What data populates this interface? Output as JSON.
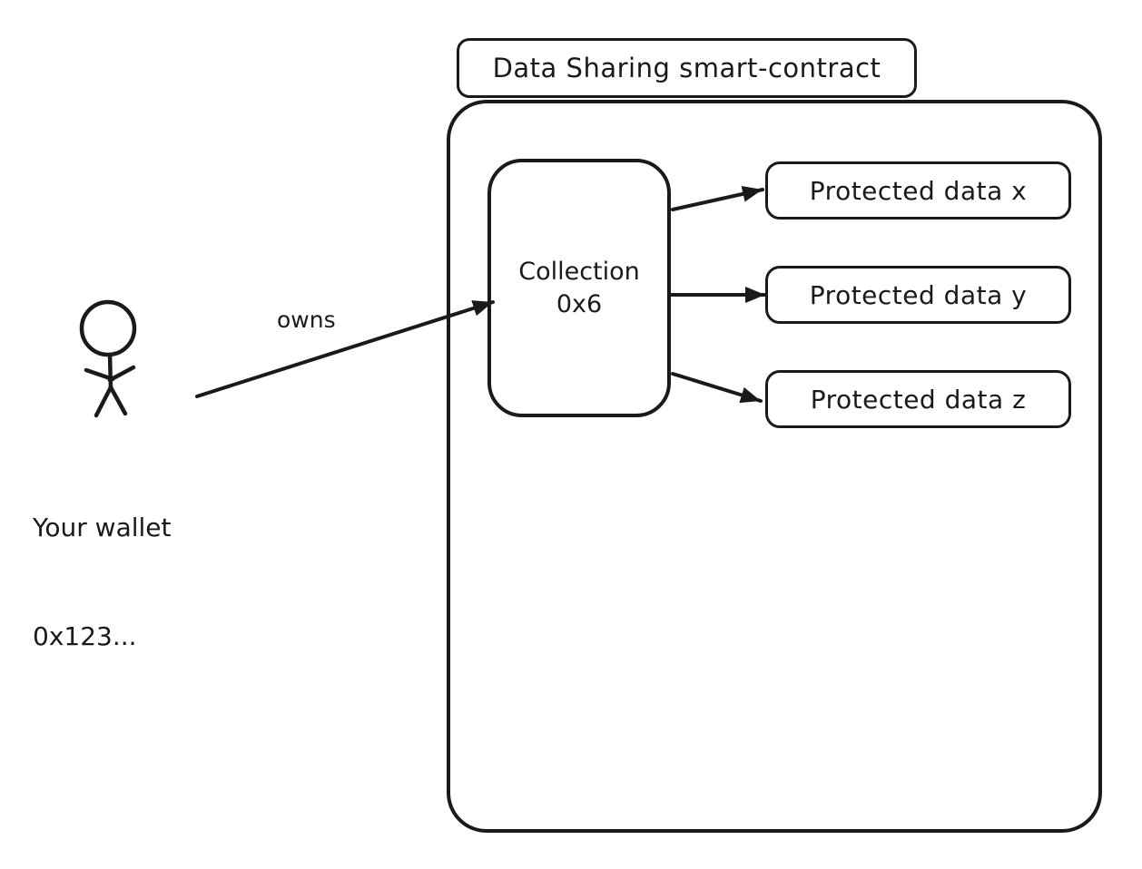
{
  "canvas": {
    "background": "#ffffff",
    "stroke_color": "#1a1a1a"
  },
  "contract": {
    "title": "Data Sharing smart-contract"
  },
  "collection": {
    "name": "Collection",
    "address": "0x6"
  },
  "protected_data": [
    {
      "label": "Protected data x"
    },
    {
      "label": "Protected data y"
    },
    {
      "label": "Protected data z"
    }
  ],
  "wallet": {
    "name": "Your wallet",
    "address": "0x123..."
  },
  "edges": {
    "owns_label": "owns"
  }
}
